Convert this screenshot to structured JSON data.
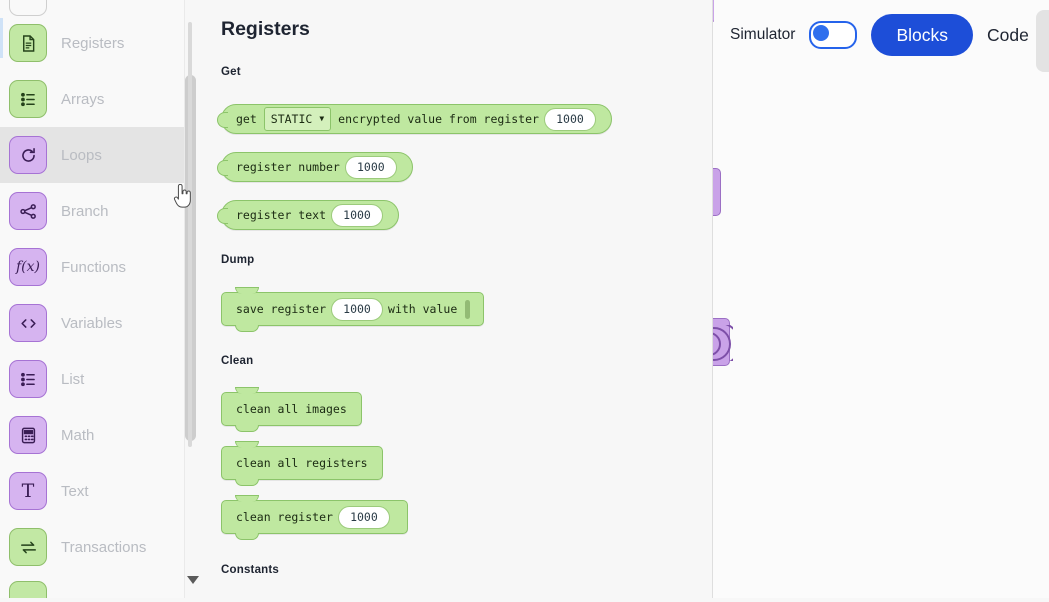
{
  "toolbar": {
    "simulator_label": "Simulator",
    "simulator_on": false,
    "blocks_label": "Blocks",
    "code_label": "Code",
    "accent_color": "#1d4ed8"
  },
  "flyout": {
    "title": "Registers",
    "sections": [
      {
        "label": "Get"
      },
      {
        "label": "Dump"
      },
      {
        "label": "Clean"
      },
      {
        "label": "Constants"
      }
    ],
    "blocks": {
      "get_encrypted": {
        "word_get": "get",
        "dropdown_value": "STATIC",
        "caret": "▼",
        "text_mid": "encrypted value from register",
        "register": "1000"
      },
      "register_number": {
        "text": "register number",
        "value": "1000"
      },
      "register_text": {
        "text": "register text",
        "value": "1000"
      },
      "save_register": {
        "text_a": "save register",
        "value": "1000",
        "text_b": "with value"
      },
      "clean_all_images": {
        "text": "clean all images"
      },
      "clean_all_registers": {
        "text": "clean all registers"
      },
      "clean_register": {
        "text": "clean register",
        "value": "1000"
      }
    },
    "block_color": "#bfe8a0",
    "block_border": "#8cc46a"
  },
  "sidebar": {
    "selected": "Loops",
    "items": [
      {
        "label": "Registers",
        "icon": "document-icon",
        "tone": "green"
      },
      {
        "label": "Arrays",
        "icon": "list-icon",
        "tone": "green"
      },
      {
        "label": "Loops",
        "icon": "loop-refresh-icon",
        "tone": "purple"
      },
      {
        "label": "Branch",
        "icon": "branch-icon",
        "tone": "purple"
      },
      {
        "label": "Functions",
        "icon": "function-fx-icon",
        "tone": "purple"
      },
      {
        "label": "Variables",
        "icon": "code-brackets-icon",
        "tone": "purple"
      },
      {
        "label": "List",
        "icon": "bullet-list-icon",
        "tone": "purple"
      },
      {
        "label": "Math",
        "icon": "calculator-icon",
        "tone": "purple"
      },
      {
        "label": "Text",
        "icon": "text-t-icon",
        "tone": "purple"
      },
      {
        "label": "Transactions",
        "icon": "exchange-arrows-icon",
        "tone": "green"
      }
    ]
  }
}
